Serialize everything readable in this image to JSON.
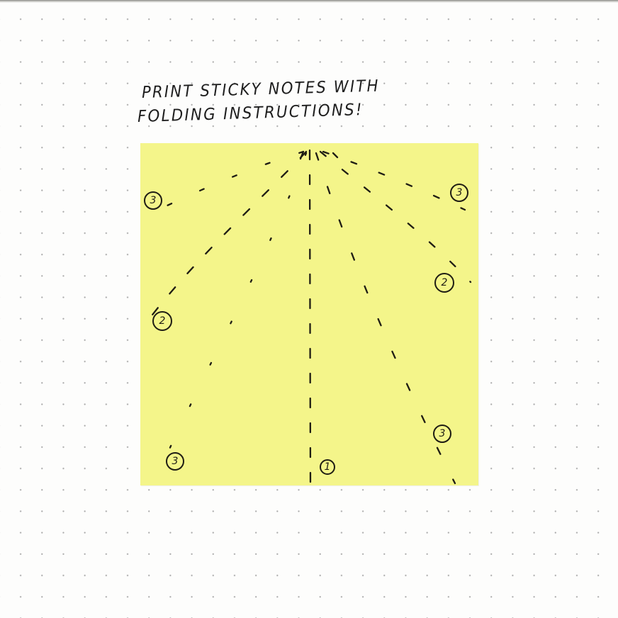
{
  "caption": {
    "line1": "PRINT STICKY NOTES WITH",
    "line2": "FOLDING INSTRUCTIONS!"
  },
  "colors": {
    "paper": "#fdfdfc",
    "dot_grid": "#a9a9a9",
    "sticky_note": "#f4f58a",
    "ink": "#1f1d14"
  },
  "sticky_note": {
    "step_labels": [
      "1",
      "2",
      "2",
      "3",
      "3",
      "3",
      "3"
    ]
  }
}
